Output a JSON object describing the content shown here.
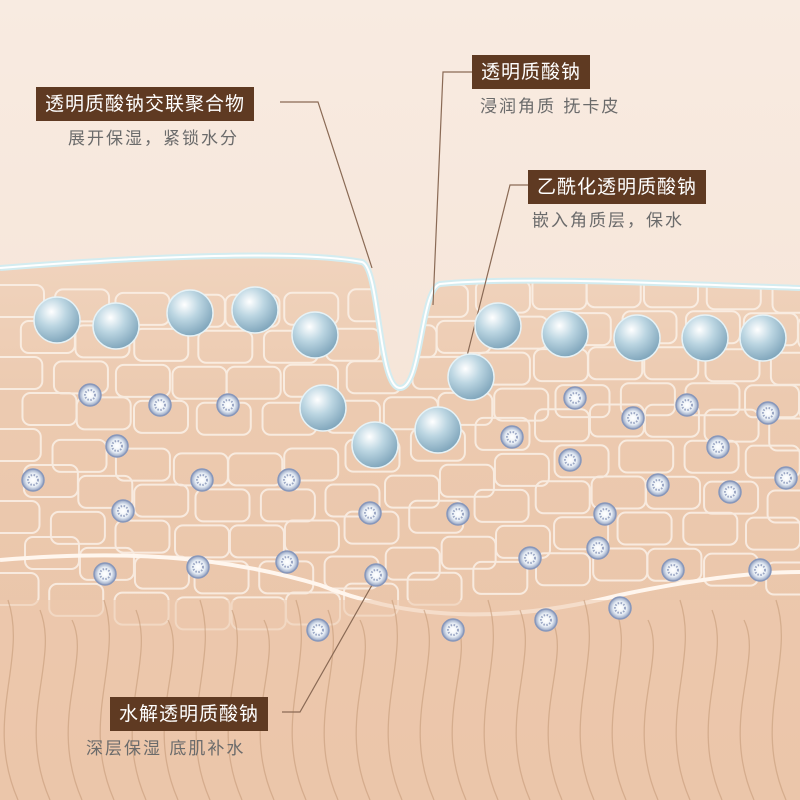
{
  "labels": [
    {
      "title": "透明质酸钠交联聚合物",
      "desc": "展开保湿，紧锁水分"
    },
    {
      "title": "透明质酸钠",
      "desc": "浸润角质  抚卡皮"
    },
    {
      "title": "乙酰化透明质酸钠",
      "desc": "嵌入角质层，保水"
    },
    {
      "title": "水解透明质酸钠",
      "desc": "深层保湿  底肌补水"
    }
  ],
  "colors": {
    "label_bg": "#5f3a22",
    "skin": "#f1d3bb",
    "sphere": "#a9c6d6",
    "surface_glow": "#cfe9ee"
  }
}
